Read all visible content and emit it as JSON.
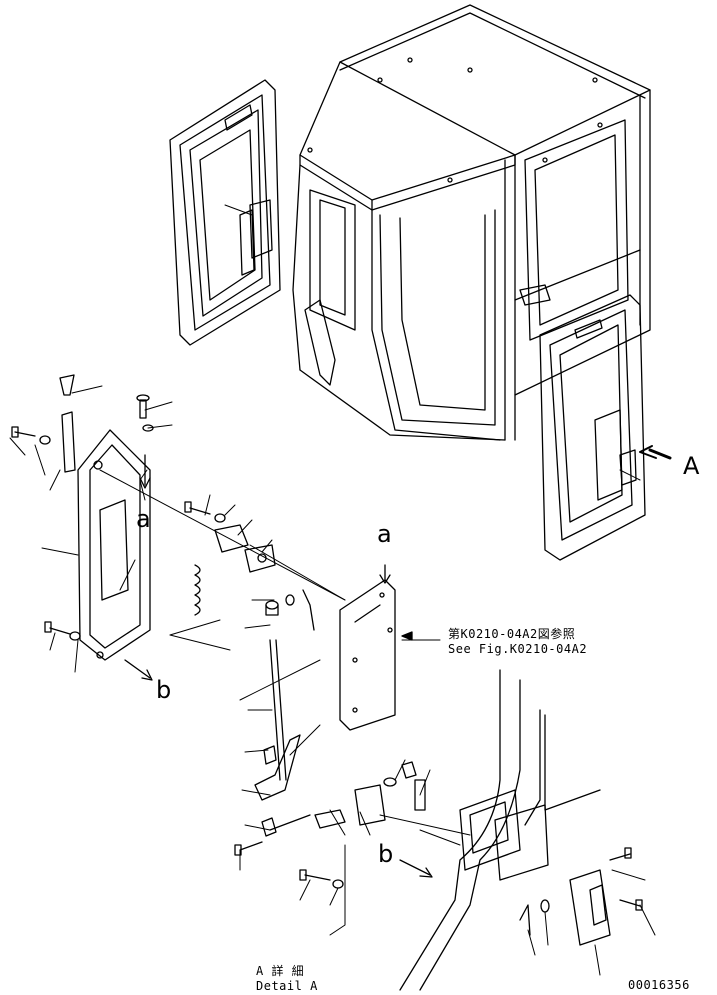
{
  "labels": {
    "view_a": "A",
    "callout_a": "a",
    "callout_a2": "a",
    "callout_b": "b",
    "callout_b2": "b",
    "ref_jp": "第K0210-04A2図参照",
    "ref_en": "See Fig.K0210-04A2",
    "detail_jp": "A 詳 細",
    "detail_en": "Detail A",
    "drawing_no": "00016356"
  }
}
